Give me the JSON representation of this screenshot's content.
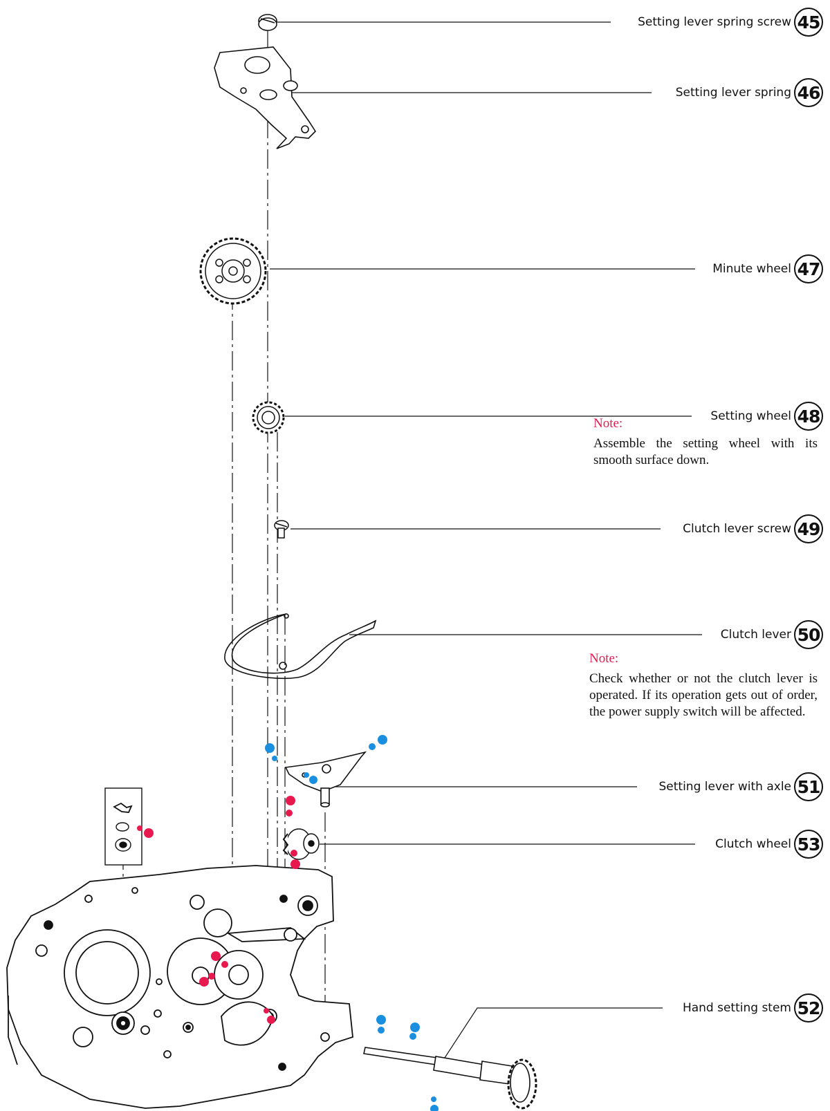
{
  "parts": [
    {
      "number": "45",
      "name": "Setting lever spring screw"
    },
    {
      "number": "46",
      "name": "Setting lever spring"
    },
    {
      "number": "47",
      "name": "Minute wheel"
    },
    {
      "number": "48",
      "name": "Setting wheel"
    },
    {
      "number": "49",
      "name": "Clutch lever screw"
    },
    {
      "number": "50",
      "name": "Clutch lever"
    },
    {
      "number": "51",
      "name": "Setting lever with axle"
    },
    {
      "number": "53",
      "name": "Clutch wheel"
    },
    {
      "number": "52",
      "name": "Hand setting stem"
    }
  ],
  "notes": [
    {
      "title": "Note:",
      "text": "Assemble the setting wheel with its smooth surface down."
    },
    {
      "title": "Note:",
      "text": "Check whether or not the clutch lever is operated. If its operation gets out of order, the power supply switch will be affected."
    }
  ],
  "colors": {
    "line": "#111111",
    "red_marker": "#e8194f",
    "blue_marker": "#1a8fe0",
    "note_title": "#e8194f"
  }
}
